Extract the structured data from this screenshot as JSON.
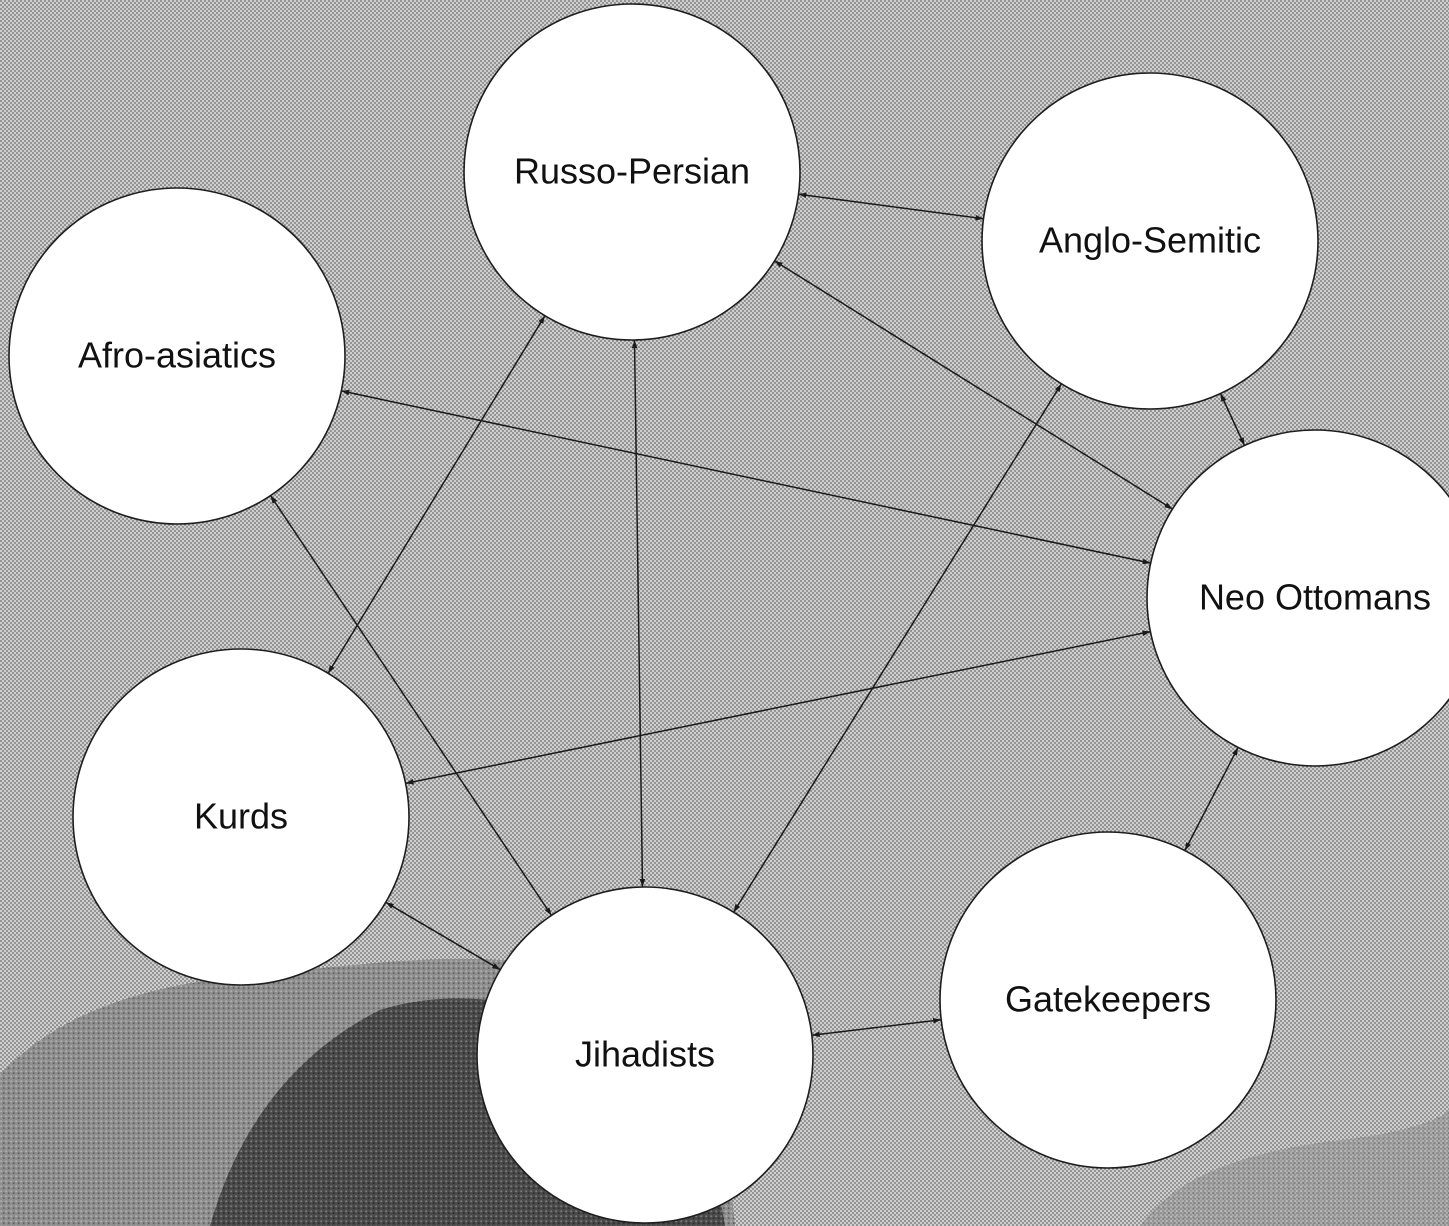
{
  "diagram": {
    "type": "network",
    "nodes": [
      {
        "id": "russo_persian",
        "label": "Russo-Persian"
      },
      {
        "id": "anglo_semitic",
        "label": "Anglo-Semitic"
      },
      {
        "id": "afro_asiatics",
        "label": "Afro-asiatics"
      },
      {
        "id": "neo_ottomans",
        "label": "Neo Ottomans"
      },
      {
        "id": "kurds",
        "label": "Kurds"
      },
      {
        "id": "jihadists",
        "label": "Jihadists"
      },
      {
        "id": "gatekeepers",
        "label": "Gatekeepers"
      }
    ],
    "edges": [
      {
        "from": "russo_persian",
        "to": "anglo_semitic",
        "direction": "both"
      },
      {
        "from": "russo_persian",
        "to": "neo_ottomans",
        "direction": "both"
      },
      {
        "from": "russo_persian",
        "to": "kurds",
        "direction": "both"
      },
      {
        "from": "russo_persian",
        "to": "jihadists",
        "direction": "both"
      },
      {
        "from": "anglo_semitic",
        "to": "neo_ottomans",
        "direction": "both"
      },
      {
        "from": "anglo_semitic",
        "to": "jihadists",
        "direction": "both"
      },
      {
        "from": "afro_asiatics",
        "to": "neo_ottomans",
        "direction": "both"
      },
      {
        "from": "afro_asiatics",
        "to": "jihadists",
        "direction": "both"
      },
      {
        "from": "neo_ottomans",
        "to": "kurds",
        "direction": "both"
      },
      {
        "from": "neo_ottomans",
        "to": "gatekeepers",
        "direction": "both"
      },
      {
        "from": "kurds",
        "to": "jihadists",
        "direction": "both"
      },
      {
        "from": "jihadists",
        "to": "gatekeepers",
        "direction": "both"
      }
    ],
    "colors": {
      "node_fill": "#ffffff",
      "node_stroke": "#1e1e1e",
      "edge": "#1a1a1a",
      "background": "#c9c9c9"
    }
  }
}
